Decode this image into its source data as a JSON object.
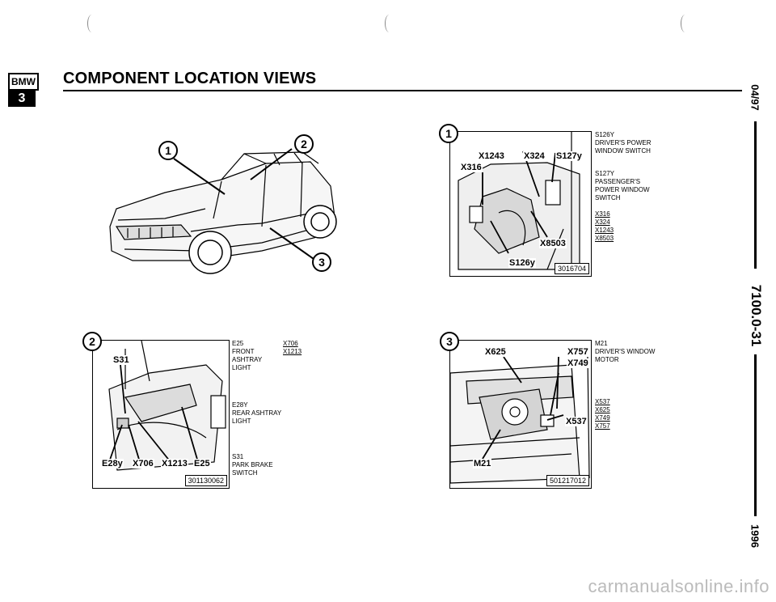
{
  "header": {
    "logo_top": "BMW",
    "logo_bottom": "3",
    "title": "COMPONENT LOCATION VIEWS"
  },
  "side": {
    "date": "04/97",
    "code": "7100.0-31",
    "year": "1996"
  },
  "overview": {
    "callouts": [
      "1",
      "2",
      "3"
    ]
  },
  "fig1": {
    "number": "1",
    "labels": [
      "X1243",
      "X324",
      "S127y",
      "X316",
      "X8503",
      "S126y"
    ],
    "image_id": "3016704",
    "legend": {
      "items": [
        {
          "code": "S126y",
          "desc": "DRIVER'S POWER WINDOW SWITCH"
        },
        {
          "code": "S127y",
          "desc": "PASSENGER'S POWER WINDOW SWITCH"
        }
      ],
      "connectors": [
        "X316",
        "X324",
        "X1243",
        "X8503"
      ]
    }
  },
  "fig2": {
    "number": "2",
    "labels": [
      "S31",
      "E28y",
      "X706",
      "X1213",
      "E25"
    ],
    "image_id": "301130062",
    "legend": {
      "e25": {
        "code": "E25",
        "desc": "FRONT ASHTRAY LIGHT"
      },
      "connectors": [
        "X706",
        "X1213"
      ],
      "e28y": {
        "code": "E28y",
        "desc": "REAR ASHTRAY LIGHT"
      },
      "s31": {
        "code": "S31",
        "desc": "PARK BRAKE SWITCH"
      }
    }
  },
  "fig3": {
    "number": "3",
    "labels": [
      "X625",
      "X757",
      "X749",
      "X537",
      "M21"
    ],
    "image_id": "501217012",
    "legend": {
      "m21": {
        "code": "M21",
        "desc": "DRIVER'S WINDOW MOTOR"
      },
      "connectors": [
        "X537",
        "X625",
        "X749",
        "X757"
      ]
    }
  },
  "watermark": "carmanualsonline.info"
}
